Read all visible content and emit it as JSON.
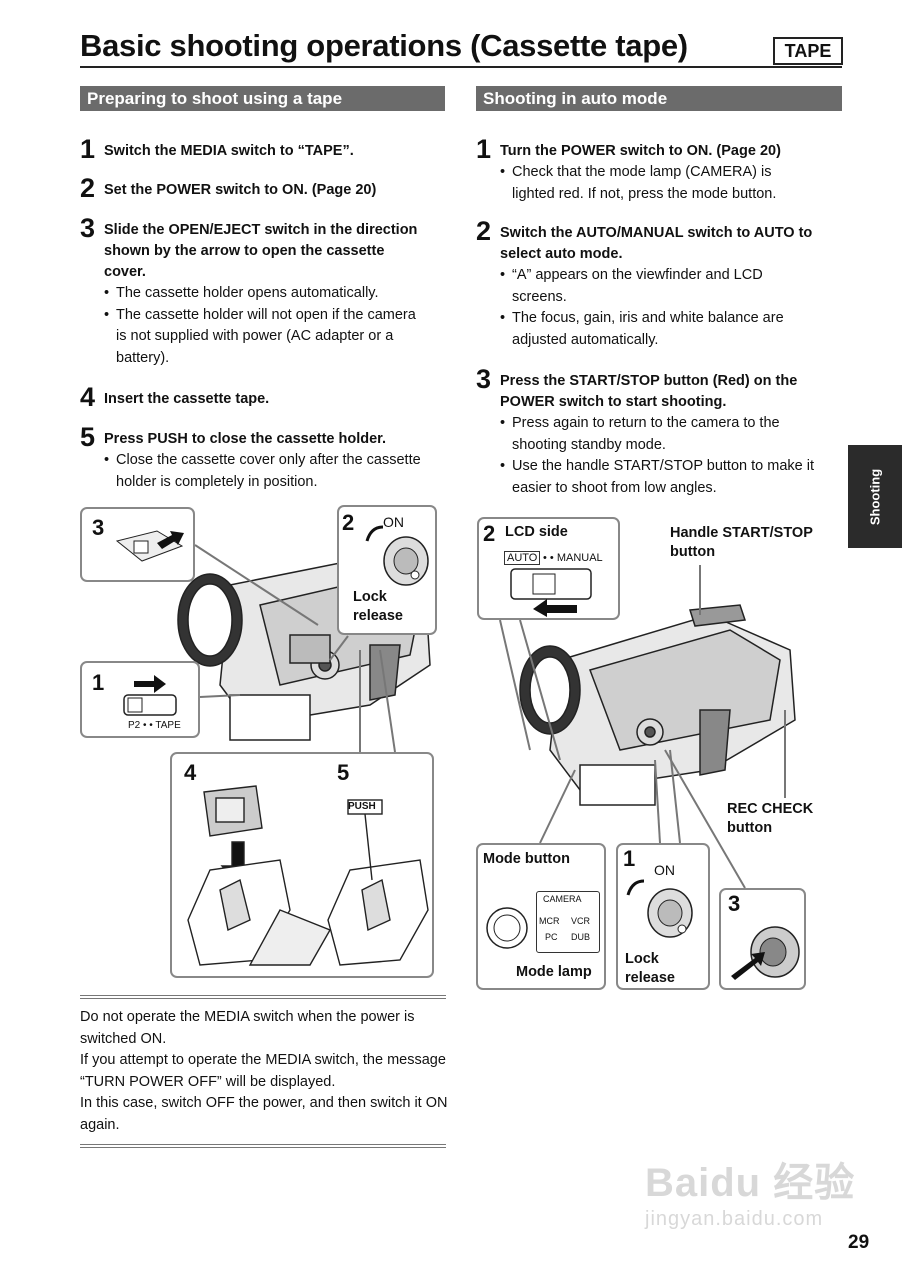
{
  "header": {
    "title": "Basic shooting operations (Cassette tape)",
    "tag": "TAPE"
  },
  "left": {
    "heading": "Preparing to shoot using a tape",
    "steps": [
      {
        "num": "1",
        "text": "Switch the MEDIA switch to “TAPE”."
      },
      {
        "num": "2",
        "text": "Set the POWER switch to ON. (Page 20)"
      },
      {
        "num": "3",
        "text": "Slide the OPEN/EJECT switch in the direction shown by the arrow to open the cassette cover.",
        "bullets": [
          "The cassette holder opens automatically.",
          "The cassette holder will not open if the camera is not supplied with power (AC adapter or a battery)."
        ]
      },
      {
        "num": "4",
        "text": "Insert the cassette tape."
      },
      {
        "num": "5",
        "text": "Press PUSH to close the cassette holder.",
        "bullets": [
          "Close the cassette cover only after the cassette holder is completely in position."
        ]
      }
    ],
    "figure": {
      "callout_3": "3",
      "callout_2": "2",
      "on": "ON",
      "lock_release": "Lock release",
      "callout_1": "1",
      "switch_label": "P2 • • TAPE",
      "callout_4": "4",
      "callout_5": "5",
      "push": "PUSH"
    },
    "note": [
      "Do not operate the MEDIA switch when the power is switched ON.",
      "If you attempt to operate the MEDIA switch, the message “TURN POWER OFF” will be displayed.",
      "In this case, switch OFF the power, and then switch it ON again."
    ]
  },
  "right": {
    "heading": "Shooting in auto mode",
    "steps": [
      {
        "num": "1",
        "text": "Turn the POWER switch to ON. (Page 20)",
        "bullets": [
          "Check that the mode lamp (CAMERA) is lighted red. If not, press the mode button."
        ]
      },
      {
        "num": "2",
        "text": "Switch the AUTO/MANUAL switch to AUTO to select auto mode.",
        "bullets": [
          "“A” appears on the viewfinder and LCD screens.",
          "The focus, gain, iris and white balance are adjusted automatically."
        ]
      },
      {
        "num": "3",
        "text": "Press the START/STOP button (Red) on the POWER switch to start shooting.",
        "bullets": [
          "Press again to return to the camera to the shooting standby mode.",
          "Use the handle START/STOP button to make it easier to shoot from low angles."
        ]
      }
    ],
    "figure": {
      "lcd_num": "2",
      "lcd_side": "LCD side",
      "auto": "AUTO",
      "manual": "• • MANUAL",
      "handle_start_stop": "Handle START/STOP button",
      "rec_check": "REC CHECK button",
      "mode_button": "Mode button",
      "mode_lamp": "Mode lamp",
      "camera": "CAMERA",
      "mcr": "MCR",
      "vcr": "VCR",
      "pc": "PC",
      "dub": "DUB",
      "callout_1": "1",
      "on": "ON",
      "lock_release": "Lock release",
      "callout_3": "3"
    }
  },
  "side_tab": "Shooting",
  "page_number": "29",
  "watermark": {
    "text": "Baidu 经验",
    "url": "jingyan.baidu.com"
  }
}
